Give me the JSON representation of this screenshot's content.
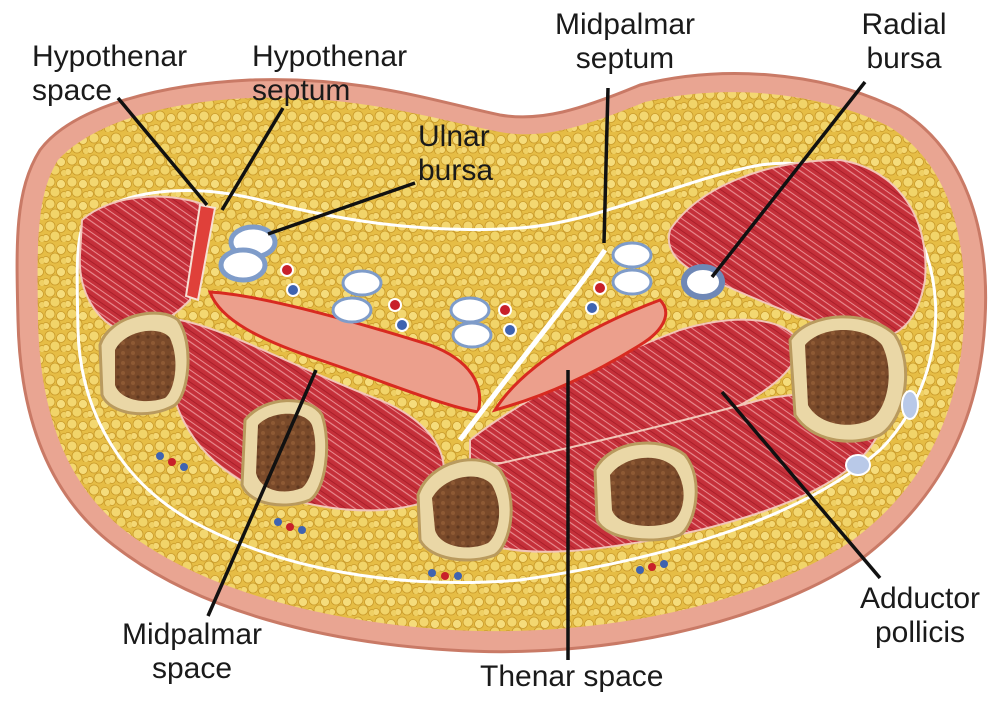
{
  "labels": {
    "hypothenar_space": [
      "Hypothenar",
      "space"
    ],
    "hypothenar_septum": [
      "Hypothenar",
      "septum"
    ],
    "ulnar_bursa": [
      "Ulnar",
      "bursa"
    ],
    "midpalmar_septum": [
      "Midpalmar",
      "septum"
    ],
    "radial_bursa": [
      "Radial",
      "bursa"
    ],
    "midpalmar_space": [
      "Midpalmar",
      "space"
    ],
    "thenar_space": [
      "Thenar space"
    ],
    "adductor_pollicis": [
      "Adductor",
      "pollicis"
    ]
  },
  "colors": {
    "skin": "#e7a08c",
    "fat": "#e8c24e",
    "muscle": "#c8333a",
    "fascia_space": "#ec9f8c",
    "bone_cortex": "#ead7a6",
    "marrow": "#7a4a2a",
    "tendon_sheath": "#7f9cc9",
    "artery": "#c8202a",
    "vein": "#3f63b0"
  }
}
